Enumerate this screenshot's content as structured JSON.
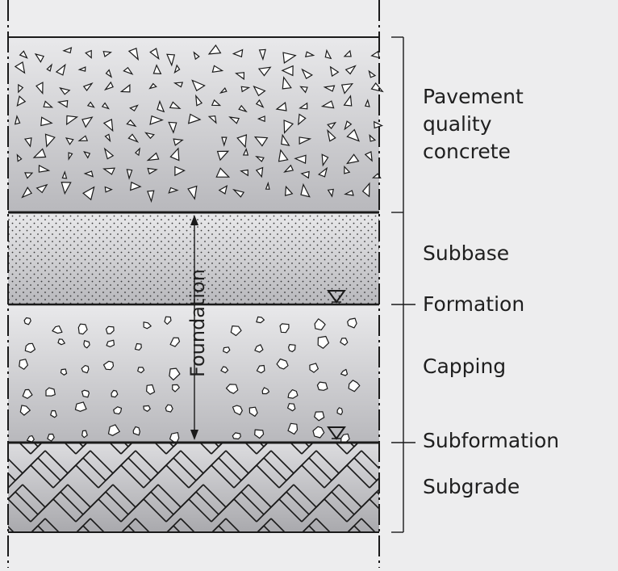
{
  "layers": [
    {
      "key": "pqc",
      "lines": [
        "Pavement",
        "quality",
        "concrete"
      ]
    },
    {
      "key": "subbase",
      "lines": [
        "Subbase"
      ]
    },
    {
      "key": "capping",
      "lines": [
        "Capping"
      ]
    },
    {
      "key": "subgrade",
      "lines": [
        "Subgrade"
      ]
    }
  ],
  "levels": {
    "formation": "Formation",
    "subformation": "Subformation"
  },
  "foundation_label": "Foundation",
  "colors": {
    "layer_fill_light": "#e6e6e8",
    "layer_fill_dark": "#b6b6ba",
    "line": "#1a1a1a",
    "background": "#ededee"
  }
}
